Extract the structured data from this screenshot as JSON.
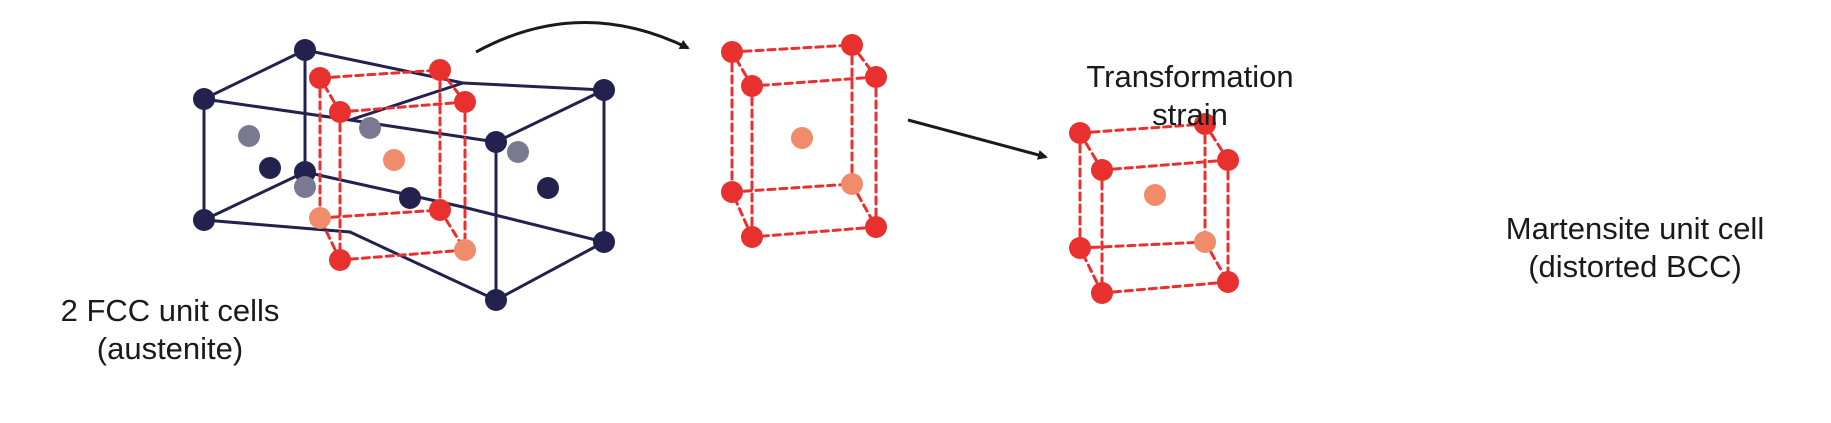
{
  "labels": {
    "fcc_line1": "2 FCC unit cells",
    "fcc_line2": "(austenite)",
    "strain_line1": "Transformation",
    "strain_line2": "strain",
    "martensite_line1": "Martensite unit cell",
    "martensite_line2": "(distorted BCC)"
  },
  "colors": {
    "fcc_lattice": "#23214d",
    "fcc_atom": "#23214d",
    "fcc_atom_faded": "#7b7891",
    "bct_lattice": "#e8312f",
    "bct_atom": "#e8312f",
    "bct_atom_faded": "#f08c6a",
    "arrow": "#1a1a1a"
  }
}
